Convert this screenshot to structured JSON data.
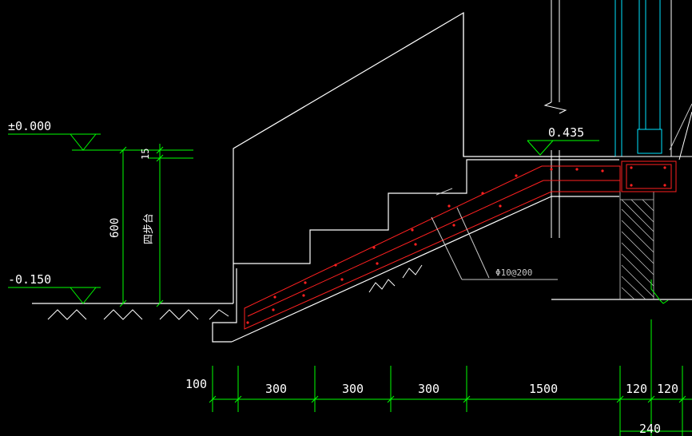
{
  "levels": {
    "top": "±0.000",
    "bottom": "-0.150",
    "landing": "0.435"
  },
  "vertical_dims": {
    "small": "15",
    "main": "600",
    "label": "四步台"
  },
  "rebar_label": "Φ10@200",
  "horizontal_dims": [
    "100",
    "300",
    "300",
    "300",
    "1500",
    "120",
    "120"
  ],
  "wall_total": "240",
  "colors": {
    "background": "#000000",
    "outline": "#ffffff",
    "dimension": "#00ff00",
    "rebar": "#ff2020",
    "leader": "#c8c8c8",
    "accent": "#00e5ff",
    "hatch": "#ffffff"
  }
}
